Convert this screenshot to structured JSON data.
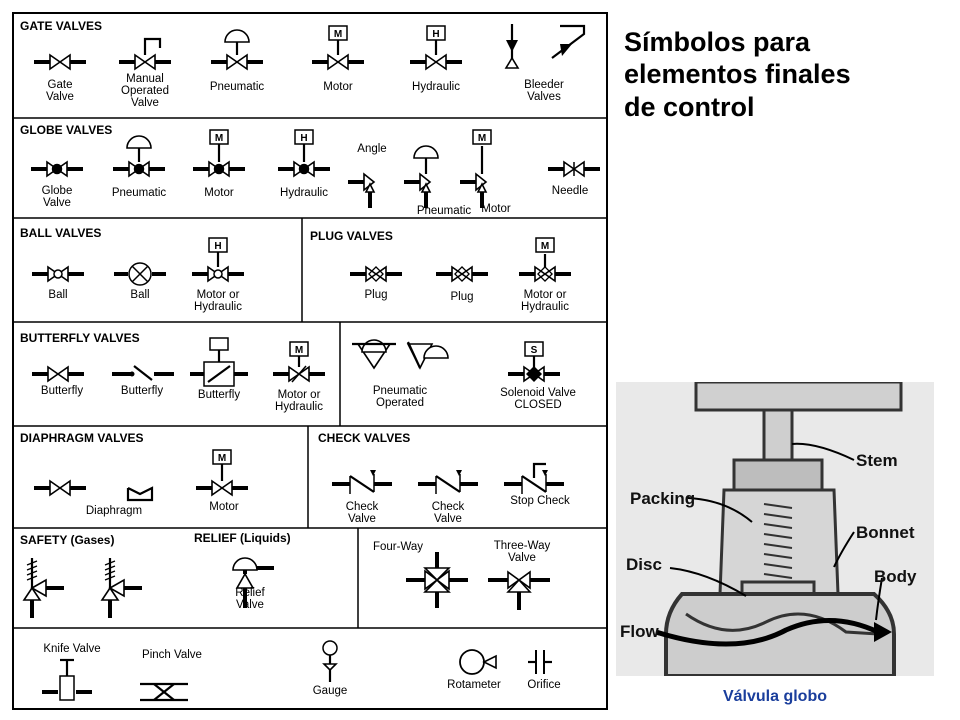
{
  "title_lines": [
    "Símbolos para",
    "elementos finales",
    "de control"
  ],
  "caption": "Válvula globo",
  "photo_labels": [
    "Stem",
    "Packing",
    "Bonnet",
    "Disc",
    "Body",
    "Flow"
  ],
  "icon_letters": {
    "motor": "M",
    "hydraulic": "H",
    "solenoid": "S"
  },
  "sections": {
    "gate": {
      "title": "GATE VALVES",
      "labels": [
        "Gate|Valve",
        "Manual|Operated|Valve",
        "Pneumatic",
        "Motor",
        "Hydraulic",
        "Bleeder|Valves"
      ]
    },
    "globe": {
      "title": "GLOBE VALVES",
      "labels": [
        "Globe|Valve",
        "Pneumatic",
        "Motor",
        "Hydraulic",
        "Angle",
        "Pneumatic",
        "Motor",
        "Needle"
      ]
    },
    "ball": {
      "title": "BALL VALVES",
      "labels": [
        "Ball",
        "Ball",
        "Motor or|Hydraulic"
      ]
    },
    "plug": {
      "title": "PLUG VALVES",
      "labels": [
        "Plug",
        "Plug",
        "Motor or|Hydraulic"
      ]
    },
    "butterfly": {
      "title": "BUTTERFLY VALVES",
      "labels": [
        "Butterfly",
        "Butterfly",
        "Butterfly",
        "Motor or|Hydraulic"
      ]
    },
    "pneumatic": {
      "labels": [
        "Pneumatic|Operated",
        "Solenoid Valve|CLOSED"
      ]
    },
    "diaphragm": {
      "title": "DIAPHRAGM VALVES",
      "labels": [
        "Diaphragm",
        "Motor"
      ]
    },
    "check": {
      "title": "CHECK VALVES",
      "labels": [
        "Check|Valve",
        "Check|Valve",
        "Stop Check"
      ]
    },
    "safety": {
      "title": "SAFETY (Gases)"
    },
    "relief": {
      "title": "RELIEF (Liquids)",
      "labels": [
        "Relief|Valve"
      ]
    },
    "fourway": {
      "labels": [
        "Four-Way",
        "Three-Way|Valve"
      ]
    },
    "misc": {
      "labels": [
        "Knife Valve",
        "Pinch Valve",
        "Gauge",
        "Rotameter",
        "Orifice"
      ]
    }
  }
}
